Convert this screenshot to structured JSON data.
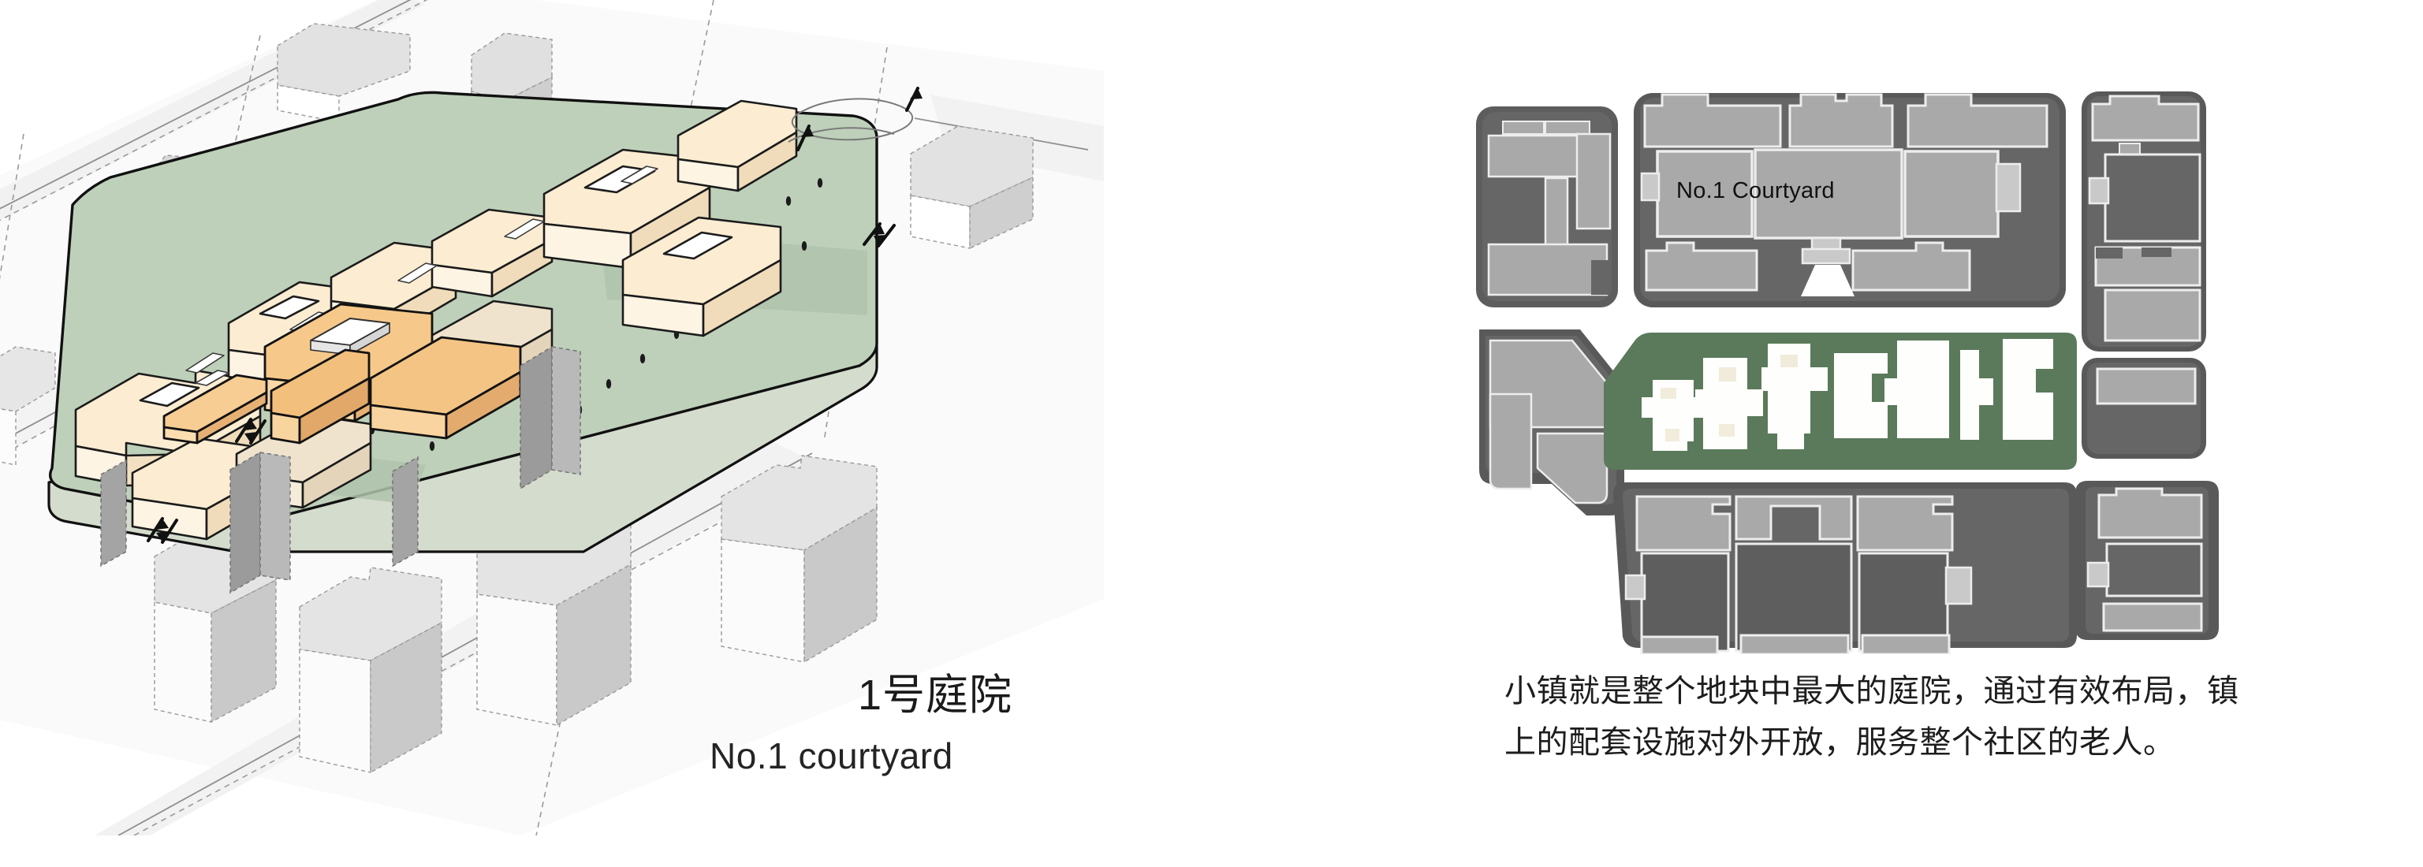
{
  "page": {
    "background": "#ffffff"
  },
  "axonometric": {
    "title_cn": "1号庭院",
    "title_en": "No.1 courtyard",
    "colors": {
      "site_green": "#bed0b9",
      "building_cream": "#fbecd2",
      "building_highlight_orange": "#f6c98a",
      "building_highlight_orange_dark": "#e8b173",
      "context_building": "#e8e8e8",
      "context_building_side": "#9d9d9d",
      "ground": "#f4f4f4",
      "outline": "#111111"
    }
  },
  "site_plan": {
    "courtyard_label": "No.1 Courtyard",
    "colors": {
      "courtyard_green": "#5b7a5b",
      "block_dark": "#666666",
      "block_outline": "#4c4c4c",
      "podium_gray": "#a6a6a6",
      "podium_light": "#c6c6c6",
      "gap_white": "#ffffff",
      "footprint_white": "#fdfdfa"
    }
  },
  "caption": {
    "full_text": "小镇就是整个地块中最大的庭院，通过有效布局，镇上的配套设施对外开放，服务整个社区的老人。",
    "line1": "小镇就是整个地块中最大的庭院，通过有效布局，镇",
    "line2": "上的配套设施对外开放，服务整个社区的老人。"
  }
}
